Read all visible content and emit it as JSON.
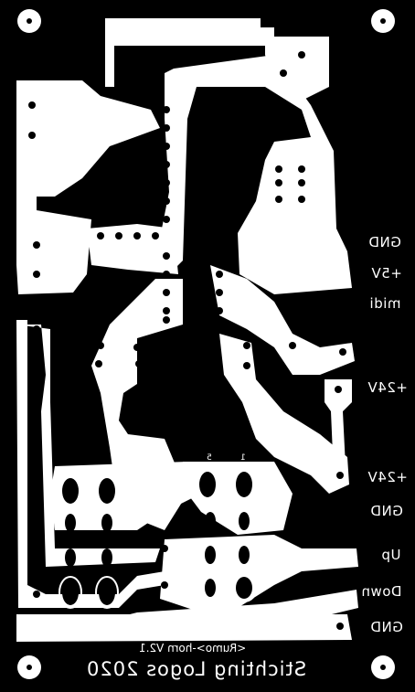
{
  "connector_labels": [
    "GND",
    "+5V",
    "midi",
    "+24V",
    "+24V",
    "GND",
    "Up",
    "Down",
    "GND"
  ],
  "pin_labels": [
    "5",
    "1"
  ],
  "version": "<Rumo>-horn  V2.1",
  "title": "Stichting Logos 2020"
}
